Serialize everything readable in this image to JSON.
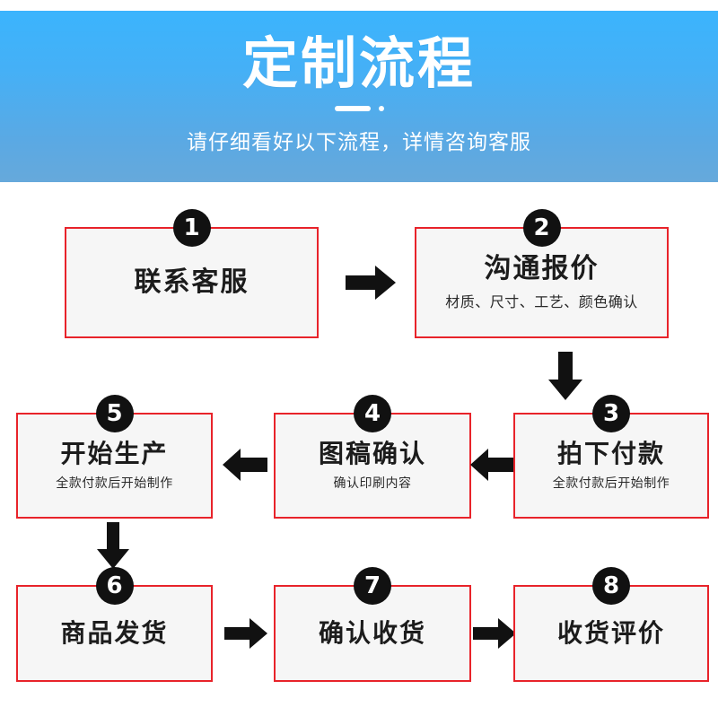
{
  "banner": {
    "title": "定制流程",
    "subtitle": "请仔细看好以下流程，详情咨询客服",
    "bg_gradient_from": "#3bb4fd",
    "bg_gradient_to": "#66a9db",
    "text_color": "#ffffff"
  },
  "theme": {
    "box_border": "#e8232a",
    "box_fill": "#f6f6f6",
    "badge_bg": "#111111",
    "badge_text": "#ffffff",
    "arrow_color": "#111111"
  },
  "steps": [
    {
      "number": "❶",
      "num_plain": "1",
      "title": "联系客服",
      "subtitle": ""
    },
    {
      "number": "❷",
      "num_plain": "2",
      "title": "沟通报价",
      "subtitle": "材质、尺寸、工艺、颜色确认"
    },
    {
      "number": "❸",
      "num_plain": "3",
      "title": "拍下付款",
      "subtitle": "全款付款后开始制作"
    },
    {
      "number": "❹",
      "num_plain": "4",
      "title": "图稿确认",
      "subtitle": "确认印刷内容"
    },
    {
      "number": "❺",
      "num_plain": "5",
      "title": "开始生产",
      "subtitle": "全款付款后开始制作"
    },
    {
      "number": "❻",
      "num_plain": "6",
      "title": "商品发货",
      "subtitle": ""
    },
    {
      "number": "❼",
      "num_plain": "7",
      "title": "确认收货",
      "subtitle": ""
    },
    {
      "number": "❽",
      "num_plain": "8",
      "title": "收货评价",
      "subtitle": ""
    }
  ],
  "connectors": [
    {
      "name": "arrow-step1-to-step2",
      "direction": "right"
    },
    {
      "name": "arrow-step2-to-step3",
      "direction": "down"
    },
    {
      "name": "arrow-step3-to-step4",
      "direction": "left"
    },
    {
      "name": "arrow-step4-to-step5",
      "direction": "left"
    },
    {
      "name": "arrow-step5-to-step6",
      "direction": "down"
    },
    {
      "name": "arrow-step6-to-step7",
      "direction": "right"
    },
    {
      "name": "arrow-step7-to-step8",
      "direction": "right"
    }
  ]
}
